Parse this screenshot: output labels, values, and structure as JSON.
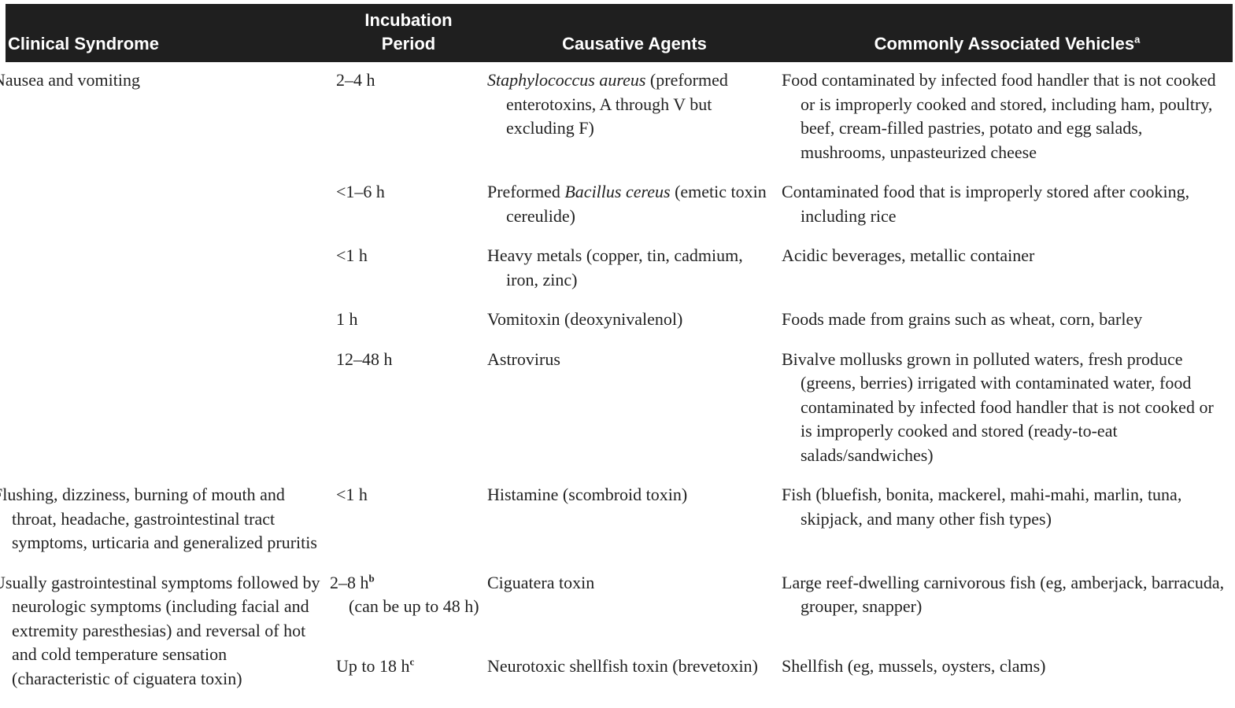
{
  "headers": {
    "syndrome": "Clinical Syndrome",
    "incubation_line1": "Incubation",
    "incubation_line2": "Period",
    "agents": "Causative Agents",
    "vehicles": "Commonly Associated Vehicles",
    "vehicles_sup": "a"
  },
  "rows": [
    {
      "syndrome": "Nausea and vomiting",
      "incubation": "2–4 h",
      "agent_italic": "Staphylococcus aureus",
      "agent_rest": " (preformed enterotoxins, A through V but excluding F)",
      "vehicle": "Food contaminated by infected food handler that is not cooked or is improperly cooked and stored, including ham, poultry, beef, cream-filled pastries, potato and egg salads, mushrooms, unpasteurized cheese"
    },
    {
      "syndrome": "",
      "incubation": "<1–6 h",
      "agent_pre": "Preformed ",
      "agent_italic": "Bacillus cereus",
      "agent_rest": " (emetic toxin cereulide)",
      "vehicle": "Contaminated food that is improperly stored after cooking, including rice"
    },
    {
      "syndrome": "",
      "incubation": "<1 h",
      "agent": "Heavy metals (copper, tin, cadmium, iron, zinc)",
      "vehicle": "Acidic beverages, metallic container"
    },
    {
      "syndrome": "",
      "incubation": "1 h",
      "agent": "Vomitoxin (deoxynivalenol)",
      "vehicle": "Foods made from grains such as wheat, corn, barley"
    },
    {
      "syndrome": "",
      "incubation": "12–48 h",
      "agent": "Astrovirus",
      "vehicle": "Bivalve mollusks grown in polluted waters, fresh produce (greens, berries) irrigated with contaminated water, food contaminated by infected food handler that is not cooked or is improperly cooked and stored (ready-to-eat salads/sandwiches)"
    },
    {
      "syndrome": "Flushing, dizziness, burning of mouth and throat, headache, gastrointestinal tract symptoms, urticaria and generalized pruritis",
      "incubation": "<1 h",
      "agent": "Histamine (scombroid toxin)",
      "vehicle": "Fish (bluefish, bonita, mackerel, mahi-mahi, marlin, tuna, skipjack, and many other fish types)"
    },
    {
      "syndrome": "Usually gastrointestinal symptoms followed by neurologic symptoms (including facial and extremity paresthesias) and reversal of hot and cold temperature sensation (characteristic of ciguatera toxin)",
      "incubation": "2–8 h",
      "incubation_sup": "b",
      "incubation_note": "(can be up to 48 h)",
      "agent": "Ciguatera toxin",
      "vehicle": "Large reef-dwelling carnivorous fish (eg, amberjack, barracuda, grouper, snapper)"
    },
    {
      "incubation": "Up to 18 h",
      "incubation_sup": "c",
      "agent": "Neurotoxic shellfish toxin (brevetoxin)",
      "vehicle": "Shellfish (eg, mussels, oysters, clams)"
    }
  ]
}
